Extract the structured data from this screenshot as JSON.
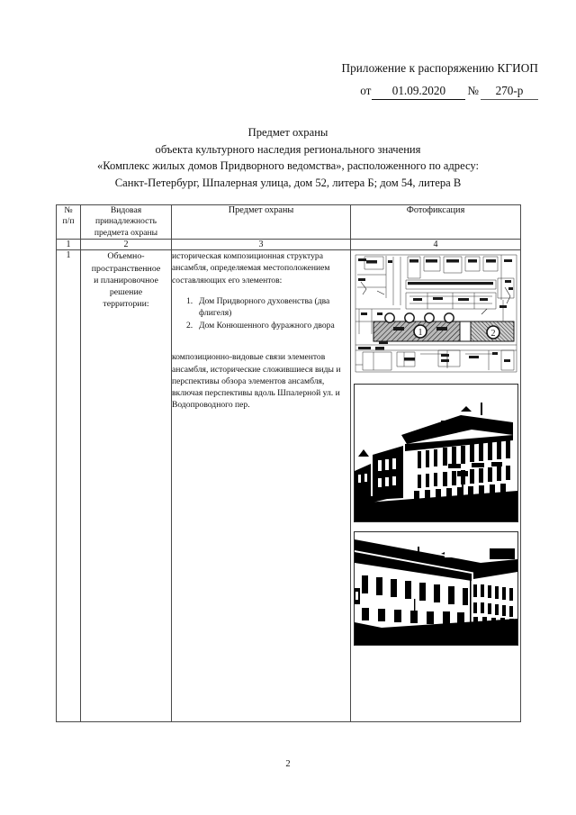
{
  "document": {
    "page_number": "2"
  },
  "header": {
    "appendix_line": "Приложение к распоряжению КГИОП",
    "date_label": "от",
    "date_value": "01.09.2020",
    "number_label": "№",
    "number_value": "270-р"
  },
  "title": {
    "line1": "Предмет охраны",
    "line2": "объекта культурного наследия регионального значения",
    "line3": "«Комплекс жилых домов Придворного ведомства», расположенного по адресу:",
    "line4": "Санкт-Петербург, Шпалерная улица, дом 52, литера Б; дом 54, литера В"
  },
  "table": {
    "headers": {
      "col1": "№\nп/п",
      "col1_line1": "№",
      "col1_line2": "п/п",
      "col2_line1": "Видовая",
      "col2_line2": "принадлежность",
      "col2_line3": "предмета охраны",
      "col3": "Предмет охраны",
      "col4": "Фотофиксация"
    },
    "column_numbers": {
      "c1": "1",
      "c2": "2",
      "c3": "3",
      "c4": "4"
    },
    "rows": [
      {
        "index": "1",
        "kind_lines": [
          "Объемно-",
          "пространственное",
          "и планировочное",
          "решение",
          "территории:"
        ],
        "subject_paragraph_1": "историческая композиционная структура ансамбля, определяемая местоположением составляющих его элементов:",
        "subject_list": [
          {
            "marker": "1.",
            "text": "Дом Придворного духовенства (два флигеля)"
          },
          {
            "marker": "2.",
            "text": "Дом Конюшенного фуражного двора"
          }
        ],
        "subject_paragraph_2": "композиционно-видовые связи элементов ансамбля, исторические сложившиеся виды и перспективы обзора элементов ансамбля, включая перспективы вдоль Шпалерной ул. и Водопроводного пер.",
        "photos": [
          {
            "name": "site-plan-cadastral-map",
            "caption": ""
          },
          {
            "name": "facade-photo-shpalernaya-52",
            "caption": ""
          },
          {
            "name": "facade-photo-shpalernaya-54",
            "caption": ""
          }
        ]
      }
    ]
  },
  "colors": {
    "text": "#111111",
    "border": "#4a4a4a",
    "photo_border": "#2a2a2a",
    "paper": "#ffffff"
  }
}
